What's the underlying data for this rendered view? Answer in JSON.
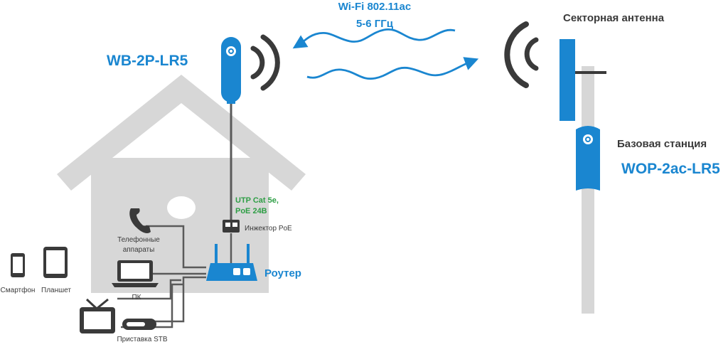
{
  "colors": {
    "blue": "#1a86d0",
    "dark": "#3a3a3a",
    "gray": "#d7d7d7",
    "line": "#5a5a5a",
    "green": "#2e9e45",
    "white": "#ffffff"
  },
  "labels": {
    "client_device": "WB-2P-LR5",
    "wifi_standard": "Wi-Fi 802.11ac",
    "wifi_band": "5-6 ГГц",
    "sector_antenna": "Секторная антенна",
    "base_station": "Базовая станция",
    "base_model": "WOP-2ac-LR5",
    "cable_line1": "UTP Cat 5e,",
    "cable_line2": "PoE 24В",
    "poe_injector": "Инжектор PoE",
    "router": "Роутер",
    "phones_line1": "Телефонные",
    "phones_line2": "аппараты",
    "pc": "ПК",
    "smartphone": "Смартфон",
    "tablet": "Планшет",
    "stb": "Приставка STB"
  },
  "icons": {
    "client_antenna": "antenna-radome-icon",
    "signal_left": "signal-waves-icon",
    "signal_right": "signal-waves-icon",
    "wifi_waves": "wavy-arrow-icon",
    "house": "house-icon",
    "injector": "ethernet-port-icon",
    "router": "router-icon",
    "phone": "phone-handset-icon",
    "laptop": "laptop-icon",
    "smartphone": "smartphone-icon",
    "tablet": "tablet-icon",
    "tv": "tv-icon",
    "stb": "set-top-box-icon",
    "mast": "mast-icon",
    "sector_antenna": "sector-antenna-icon",
    "base_unit": "base-station-icon"
  }
}
